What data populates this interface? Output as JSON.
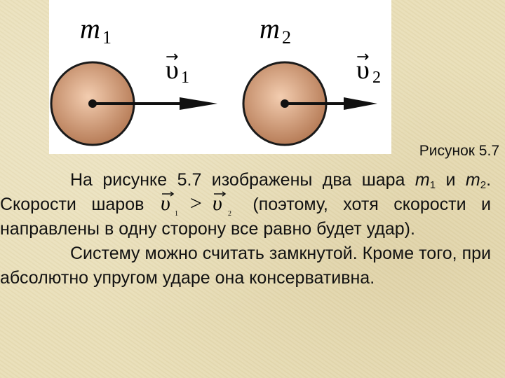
{
  "figure": {
    "mass1_symbol": "m",
    "mass1_sub": "1",
    "mass2_symbol": "m",
    "mass2_sub": "2",
    "vel1_symbol": "υ",
    "vel1_sub": "1",
    "vel2_symbol": "υ",
    "vel2_sub": "2",
    "arrow_symbol": "→",
    "caption": "Рисунок 5.7",
    "colors": {
      "ball_center": "#f3cdb0",
      "ball_edge": "#b57a55",
      "ball_outline": "#1a1a1a",
      "background": "#ffffff"
    }
  },
  "text": {
    "p1_a": "На рисунке 5.7 изображены два шара",
    "m_symbol": "m",
    "sub1": "1",
    "and": " и ",
    "sub2": "2",
    "p1_b": ". Скорости шаров",
    "ineq_v": "υ",
    "ineq_gt": ">",
    "ineq_sub1": "1",
    "ineq_sub2": "2",
    "p1_c": "(поэтому, хотя скорости и направлены в одну сторону все равно будет удар).",
    "p2": "Систему можно считать замкнутой. Кроме того, при абсолютно упругом ударе она консервативна."
  }
}
